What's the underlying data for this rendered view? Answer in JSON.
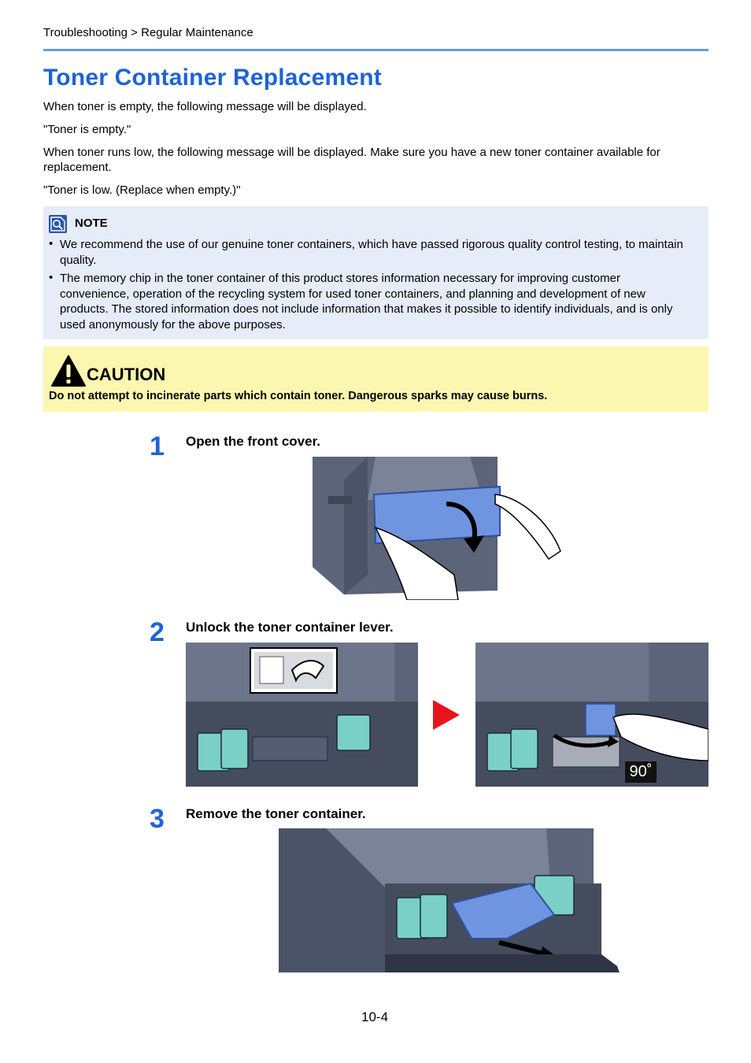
{
  "breadcrumb": "Troubleshooting > Regular Maintenance",
  "title": "Toner Container Replacement",
  "paragraphs": [
    "When toner is empty, the following message will be displayed.",
    "\"Toner is empty.\"",
    "When toner runs low, the following message will be displayed. Make sure you have a new toner container available for replacement.",
    "\"Toner is low. (Replace when empty.)\""
  ],
  "note": {
    "label": "NOTE",
    "icon": "note-magnifier-icon",
    "items": [
      "We recommend the use of our genuine toner containers, which have passed rigorous quality control testing, to maintain quality.",
      "The memory chip in the toner container of this product stores information necessary for improving customer convenience, operation of the recycling system for used toner containers, and planning and development of new products. The stored information does not include information that makes it possible to identify individuals, and is only used anonymously for the above purposes."
    ]
  },
  "caution": {
    "label": "CAUTION",
    "icon": "warning-triangle-icon",
    "text": "Do not attempt to incinerate parts which contain toner. Dangerous sparks may cause burns."
  },
  "steps": [
    {
      "number": "1",
      "text": "Open the front cover."
    },
    {
      "number": "2",
      "text": "Unlock the toner container lever."
    },
    {
      "number": "3",
      "text": "Remove the toner container."
    }
  ],
  "step2_angle_label": "90˚",
  "colors": {
    "accent": "#1e63d6",
    "note_bg": "#e6ecf8",
    "caution_bg": "#fbf7b0",
    "arrow_red": "#e8141c",
    "toner_blue": "#6f95e0"
  },
  "page_number": "10-4"
}
